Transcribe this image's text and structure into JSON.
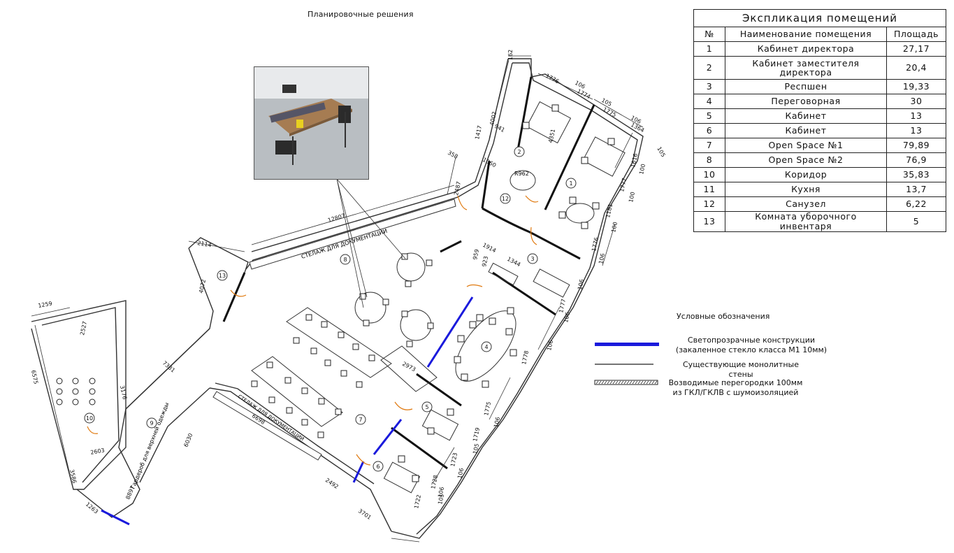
{
  "title": "Планировочные решения",
  "explication": {
    "caption": "Экспликация помещений",
    "headers": [
      "№",
      "Наименование помещения",
      "Площадь"
    ],
    "rows": [
      {
        "num": "1",
        "name": "Кабинет директора",
        "area": "27,17"
      },
      {
        "num": "2",
        "name": "Кабинет заместителя директора",
        "area": "20,4"
      },
      {
        "num": "3",
        "name": "Респшен",
        "area": "19,33"
      },
      {
        "num": "4",
        "name": "Переговорная",
        "area": "30"
      },
      {
        "num": "5",
        "name": "Кабинет",
        "area": "13"
      },
      {
        "num": "6",
        "name": "Кабинет",
        "area": "13"
      },
      {
        "num": "7",
        "name": "Open Space №1",
        "area": "79,89"
      },
      {
        "num": "8",
        "name": "Open Space №2",
        "area": "76,9"
      },
      {
        "num": "10",
        "name": "Коридор",
        "area": "35,83"
      },
      {
        "num": "11",
        "name": "Кухня",
        "area": "13,7"
      },
      {
        "num": "12",
        "name": "Санузел",
        "area": "6,22"
      },
      {
        "num": "13",
        "name": "Комната уборочного инвентаря",
        "area": "5"
      }
    ]
  },
  "legend": {
    "title": "Условные обозначения",
    "glass": "Светопрозрачные конструкции (закаленное стекло класса М1 10мм)",
    "walls": "Существующие монолитные стены",
    "partitions": "Возводимые перегородки 100мм из ГКЛ/ГКЛВ с шумоизоляцией",
    "glass_color": "#1a1adc"
  },
  "plan": {
    "room_labels": [
      "1",
      "2",
      "3",
      "4",
      "5",
      "6",
      "7",
      "8",
      "9",
      "10",
      "12",
      "13"
    ],
    "texts": {
      "rack_docs_top": "СТЕЛАЖ ДЛЯ ДОКУМЕНТАЦИИ",
      "rack_docs_bottom": "СТЕЛАЖ ДЛЯ ДОКУМЕНТАЦИИ",
      "wardrobe": "Гардероб для верхней одежды",
      "round_label": "R962"
    },
    "dimensions": [
      "162",
      "1776",
      "106",
      "1774",
      "105",
      "1775",
      "106",
      "1364",
      "105",
      "4002",
      "941",
      "1417",
      "358",
      "1060",
      "2487",
      "4351",
      "1616",
      "100",
      "1777",
      "100",
      "1181",
      "100",
      "1776",
      "106",
      "12807",
      "2114",
      "4072",
      "1914",
      "959",
      "923",
      "1344",
      "106",
      "1777",
      "106",
      "1259",
      "2527",
      "3176",
      "6575",
      "2603",
      "3586",
      "1263",
      "7381",
      "8897",
      "6030",
      "6698",
      "2973",
      "1778",
      "106",
      "1775",
      "106",
      "1719",
      "105",
      "1723",
      "106",
      "1728",
      "106",
      "2492",
      "3701",
      "1722",
      "105"
    ]
  }
}
